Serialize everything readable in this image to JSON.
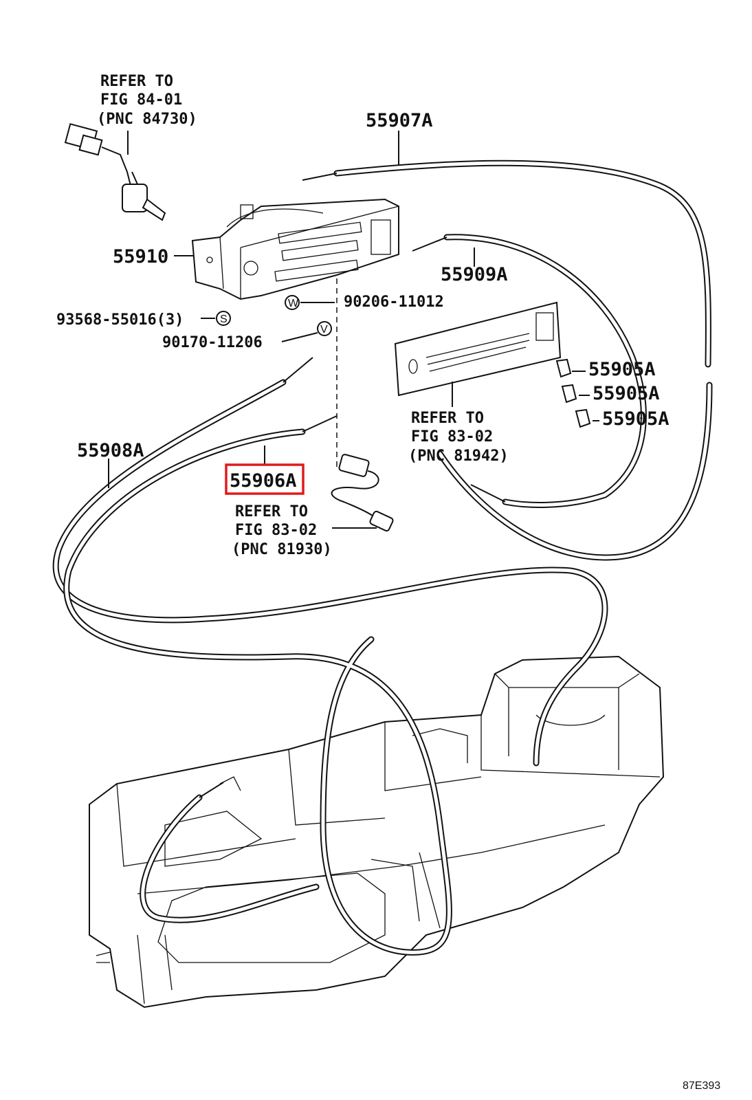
{
  "labels": {
    "refer_84_01": [
      "REFER TO",
      "FIG 84-01",
      "(PNC 84730)"
    ],
    "p55907A": "55907A",
    "p55910": "55910",
    "p55909A": "55909A",
    "p90206": "90206-11012",
    "p93568": "93568-55016(3)",
    "p90170": "90170-11206",
    "p55905A_1": "55905A",
    "p55905A_2": "55905A",
    "p55905A_3": "55905A",
    "refer_83_02_panel": [
      "REFER TO",
      "FIG 83-02",
      "(PNC 81942)"
    ],
    "p55908A": "55908A",
    "p55906A": "55906A",
    "refer_83_02_sensor": [
      "REFER TO",
      "FIG 83-02",
      "(PNC 81930)"
    ],
    "figure_code": "87E393"
  },
  "callout_letters": {
    "s": "S",
    "w": "W",
    "v": "V"
  },
  "highlight_color": "#e01b1b"
}
